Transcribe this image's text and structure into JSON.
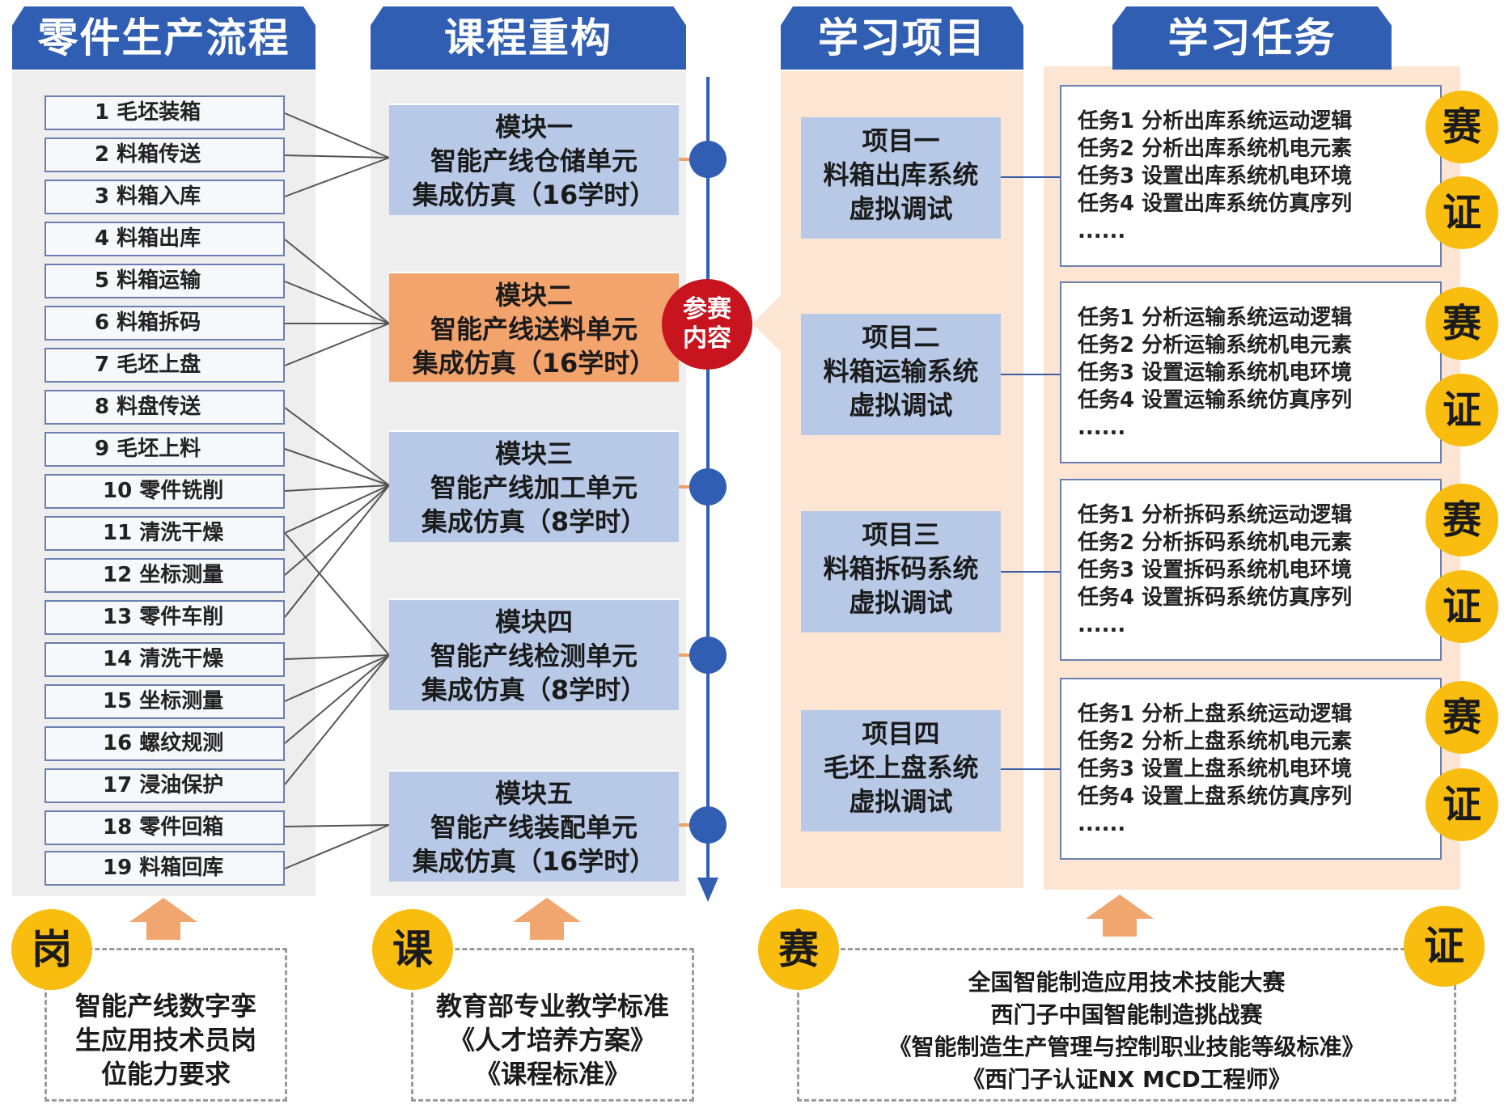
{
  "headers": {
    "parts_flow": "零件生产流程",
    "course_rebuild": "课程重构",
    "learning_projects": "学习项目",
    "learning_tasks": "学习任务"
  },
  "steps": [
    "1 毛坯装箱",
    "2 料箱传送",
    "3 料箱入库",
    "4 料箱出库",
    "5 料箱运输",
    "6 料箱拆码",
    "7 毛坯上盘",
    "8 料盘传送",
    "9 毛坯上料",
    "10 零件铣削",
    "11 清洗干燥",
    "12 坐标测量",
    "13 零件车削",
    "14 清洗干燥",
    "15 坐标测量",
    "16 螺纹规测",
    "17 浸油保护",
    "18 零件回箱",
    "19 料箱回库"
  ],
  "modules": [
    {
      "title": "模块一",
      "name": "智能产线仓储单元",
      "hours": "集成仿真（16学时）",
      "highlight": false
    },
    {
      "title": "模块二",
      "name": "智能产线送料单元",
      "hours": "集成仿真（16学时）",
      "highlight": true
    },
    {
      "title": "模块三",
      "name": "智能产线加工单元",
      "hours": "集成仿真（8学时）",
      "highlight": false
    },
    {
      "title": "模块四",
      "name": "智能产线检测单元",
      "hours": "集成仿真（8学时）",
      "highlight": false
    },
    {
      "title": "模块五",
      "name": "智能产线装配单元",
      "hours": "集成仿真（16学时）",
      "highlight": false
    }
  ],
  "competition_marker": {
    "line1": "参赛",
    "line2": "内容"
  },
  "projects": [
    {
      "title": "项目一",
      "name": "料箱出库系统",
      "sub": "虚拟调试"
    },
    {
      "title": "项目二",
      "name": "料箱运输系统",
      "sub": "虚拟调试"
    },
    {
      "title": "项目三",
      "name": "料箱拆码系统",
      "sub": "虚拟调试"
    },
    {
      "title": "项目四",
      "name": "毛坯上盘系统",
      "sub": "虚拟调试"
    }
  ],
  "task_groups": [
    [
      "任务1 分析出库系统运动逻辑",
      "任务2 分析出库系统机电元素",
      "任务3 设置出库系统机电环境",
      "任务4 设置出库系统仿真序列",
      "......"
    ],
    [
      "任务1 分析运输系统运动逻辑",
      "任务2 分析运输系统机电元素",
      "任务3 设置运输系统机电环境",
      "任务4 设置运输系统仿真序列",
      "......"
    ],
    [
      "任务1 分析拆码系统运动逻辑",
      "任务2 分析拆码系统机电元素",
      "任务3 设置拆码系统机电环境",
      "任务4 设置拆码系统仿真序列",
      "......"
    ],
    [
      "任务1 分析上盘系统运动逻辑",
      "任务2 分析上盘系统机电元素",
      "任务3 设置上盘系统机电环境",
      "任务4 设置上盘系统仿真序列",
      "......"
    ]
  ],
  "badges": {
    "competition": "赛",
    "certificate": "证",
    "post": "岗",
    "course": "课"
  },
  "footer": {
    "post_lines": [
      "智能产线数字孪",
      "生应用技术员岗",
      "位能力要求"
    ],
    "course_lines": [
      "教育部专业教学标准",
      "《人才培养方案》",
      "《课程标准》"
    ],
    "comp_lines": [
      "全国智能制造应用技术技能大赛",
      "西门子中国智能制造挑战赛",
      "《智能制造生产管理与控制职业技能等级标准》",
      "《西门子认证NX MCD工程师》"
    ]
  },
  "colors": {
    "header_blue": "#2f5eb3",
    "module_blue": "#b7c9e6",
    "module_orange": "#f3a36c",
    "badge_yellow": "#f8bd0e",
    "marker_red": "#c8141e",
    "peach": "#fde5d3"
  }
}
